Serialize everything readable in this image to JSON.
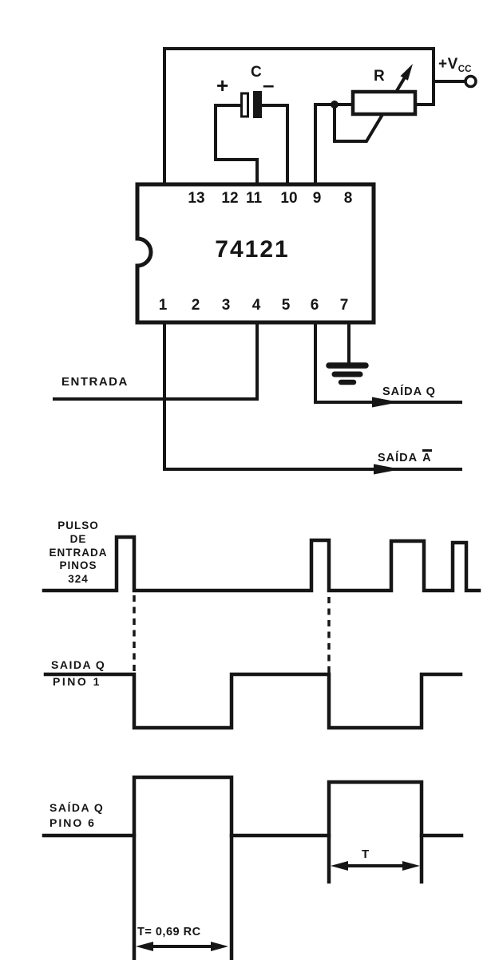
{
  "colors": {
    "ink": "#161616",
    "paper": "#ffffff"
  },
  "circuit": {
    "ic": {
      "label": "74121",
      "pins_top": [
        "13",
        "12",
        "11",
        "10",
        "9",
        "8"
      ],
      "pins_bottom": [
        "1",
        "2",
        "3",
        "4",
        "5",
        "6",
        "7"
      ]
    },
    "power": {
      "vcc_main": "+V",
      "vcc_sub": "CC"
    },
    "resistor": {
      "label": "R"
    },
    "capacitor": {
      "label": "C",
      "plus": "+",
      "minus": "–"
    },
    "input": {
      "label": "ENTRADA"
    },
    "outputs": {
      "q": "SAÍDA Q",
      "a_prefix": "SAÍDA",
      "a_letter": "A"
    }
  },
  "timing": {
    "input_pulse": {
      "label_lines": [
        "PULSO",
        "DE",
        "ENTRADA",
        "PINOS",
        "324"
      ]
    },
    "output_q_pin1": {
      "line1": "SAIDA Q",
      "line2": "PINO 1"
    },
    "output_q_pin6": {
      "line1": "SAÍDA Q",
      "line2": "PINO 6",
      "t_width_label": "T",
      "t_formula": "T= 0,69 RC"
    }
  }
}
